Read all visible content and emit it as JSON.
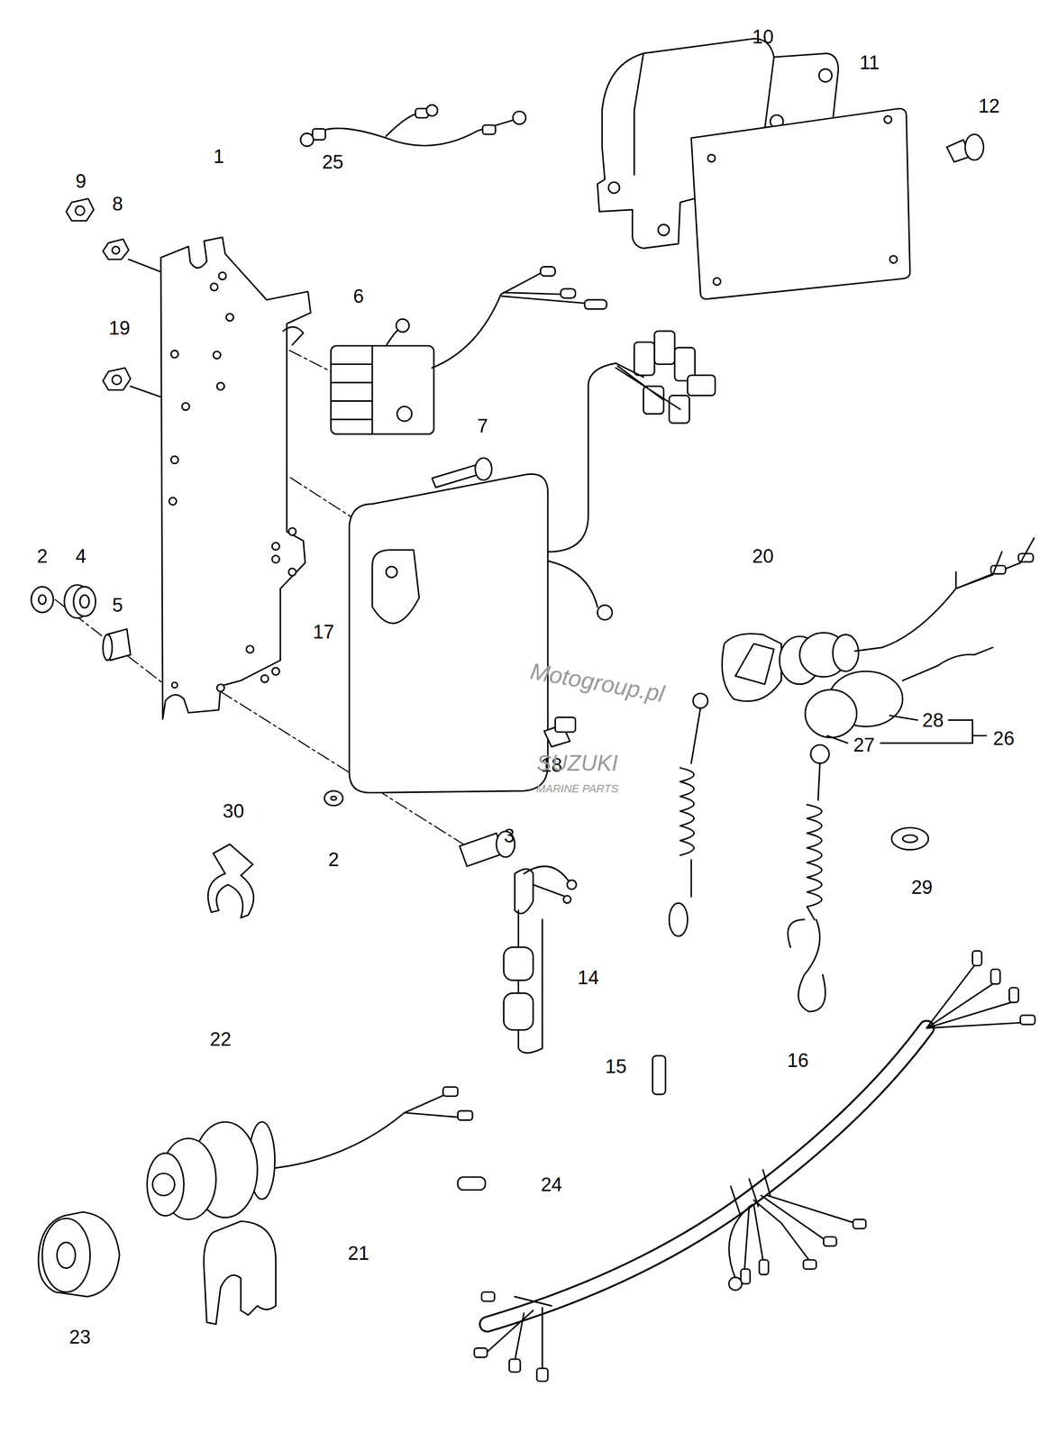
{
  "diagram": {
    "labels": [
      "10",
      "11",
      "12",
      "9",
      "1",
      "25",
      "8",
      "6",
      "19",
      "7",
      "20",
      "2",
      "4",
      "5",
      "17",
      "Motogroup.pl",
      "18",
      "28",
      "26",
      "27",
      "SUZUKI",
      "MARINE PARTS",
      "30",
      "3",
      "2",
      "29",
      "14",
      "15",
      "16",
      "22",
      "24",
      "21",
      "23"
    ]
  }
}
